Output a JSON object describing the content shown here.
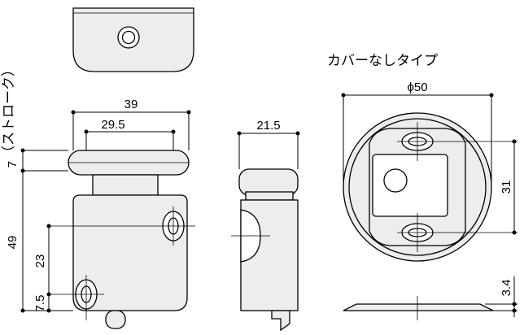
{
  "labels": {
    "stroke_vertical": "7（ストローク）",
    "cover_type": "カバーなしタイプ"
  },
  "dimensions": {
    "width_39": "39",
    "width_29_5": "29.5",
    "depth_21_5": "21.5",
    "height_49": "49",
    "height_23": "23",
    "offset_7_5": "7.5",
    "stroke_7": "7",
    "diameter_50": "ϕ50",
    "hole_pitch_31": "31",
    "thickness_3_4": "3.4"
  },
  "colors": {
    "part_fill": "#ededed",
    "line": "#000000",
    "background": "#ffffff"
  }
}
